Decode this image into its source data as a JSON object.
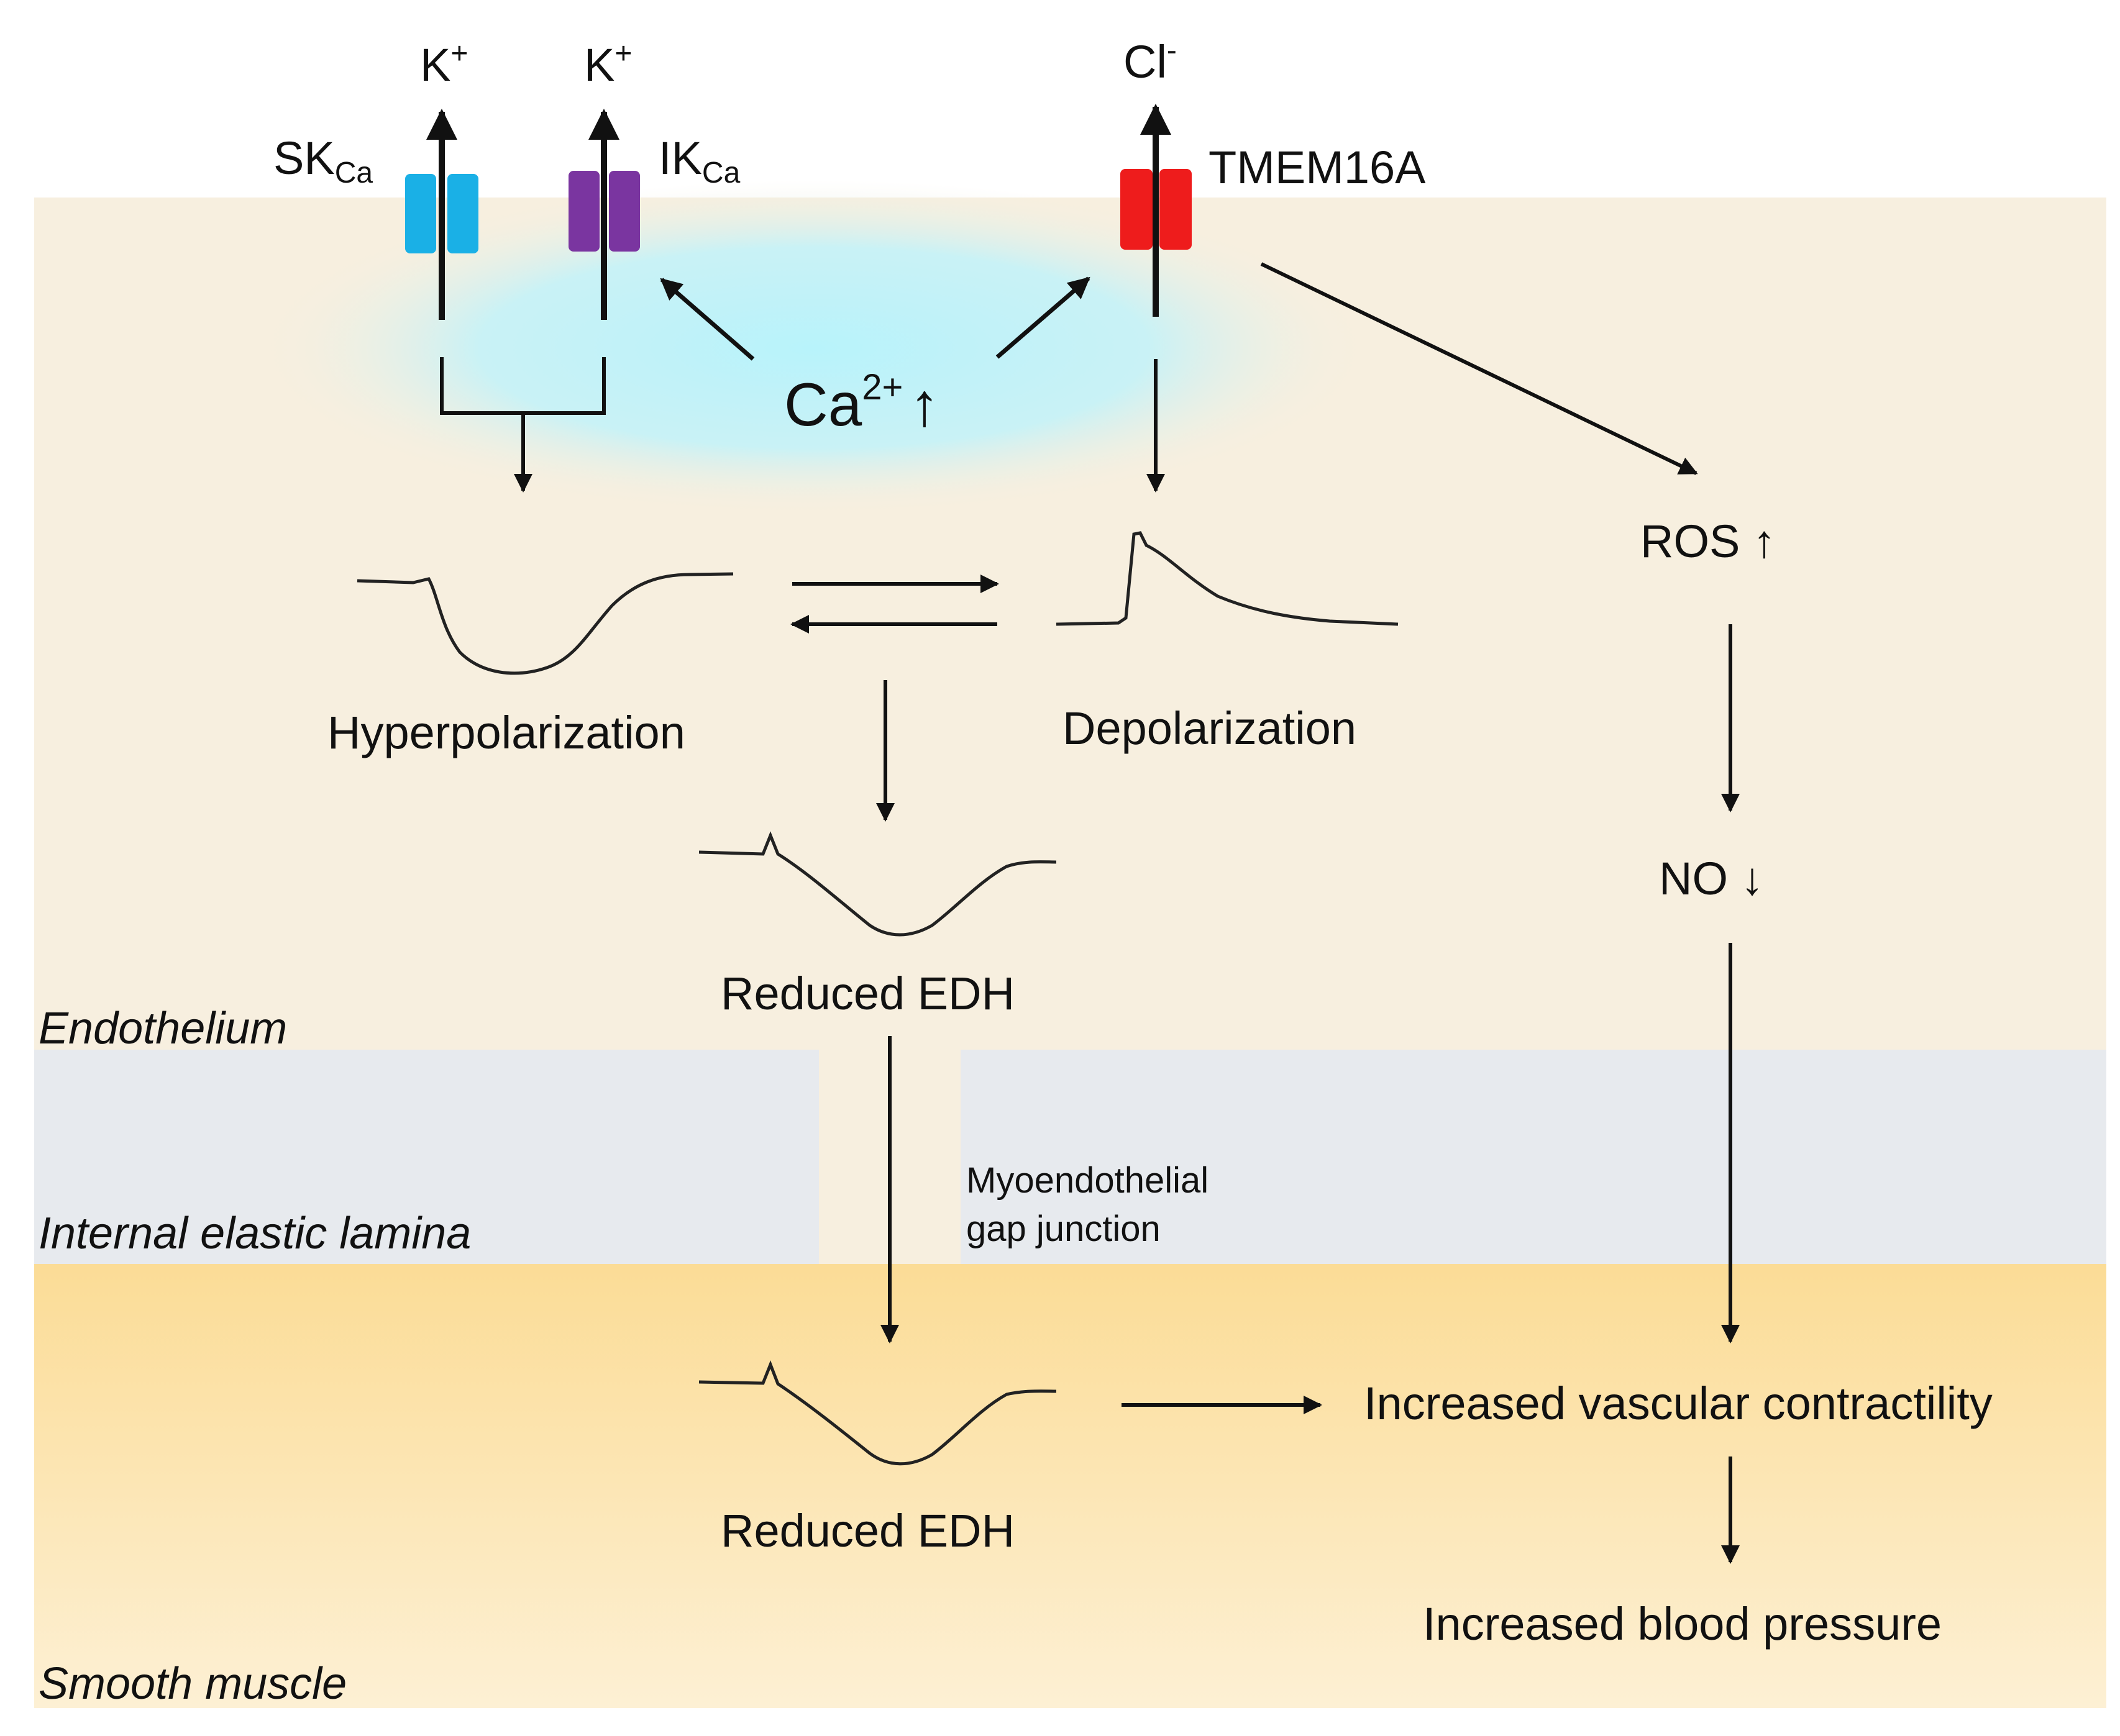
{
  "layers": {
    "endothelium": "Endothelium",
    "internal_elastic_lamina": "Internal elastic lamina",
    "smooth_muscle": "Smooth muscle"
  },
  "channels": {
    "skca": {
      "name": "SK",
      "subscript": "Ca",
      "ion": "K",
      "ion_charge": "+",
      "color": "#1ab0e6"
    },
    "ikca": {
      "name": "IK",
      "subscript": "Ca",
      "ion": "K",
      "ion_charge": "+",
      "color": "#7a35a0"
    },
    "tmem16a": {
      "name": "TMEM16A",
      "ion": "Cl",
      "ion_charge": "-",
      "color": "#ee1c1c"
    }
  },
  "calcium": {
    "text": "Ca",
    "charge": "2+",
    "arrow": "↑"
  },
  "labels": {
    "hyperpolarization": "Hyperpolarization",
    "depolarization": "Depolarization",
    "reduced_edh_endothelium": "Reduced EDH",
    "reduced_edh_smooth_muscle": "Reduced EDH",
    "ros": "ROS ↑",
    "no": "NO ↓",
    "myoendothelial_line1": "Myoendothelial",
    "myoendothelial_line2": "gap junction",
    "increased_contractility": "Increased vascular contractility",
    "increased_bp": "Increased blood pressure"
  },
  "colors": {
    "endothelium_bg": "#f7efdf",
    "lamina_bg": "#e7eaee",
    "smooth_muscle_bg": "#fbe2a6",
    "calcium_glow": "#b8f3fb"
  }
}
